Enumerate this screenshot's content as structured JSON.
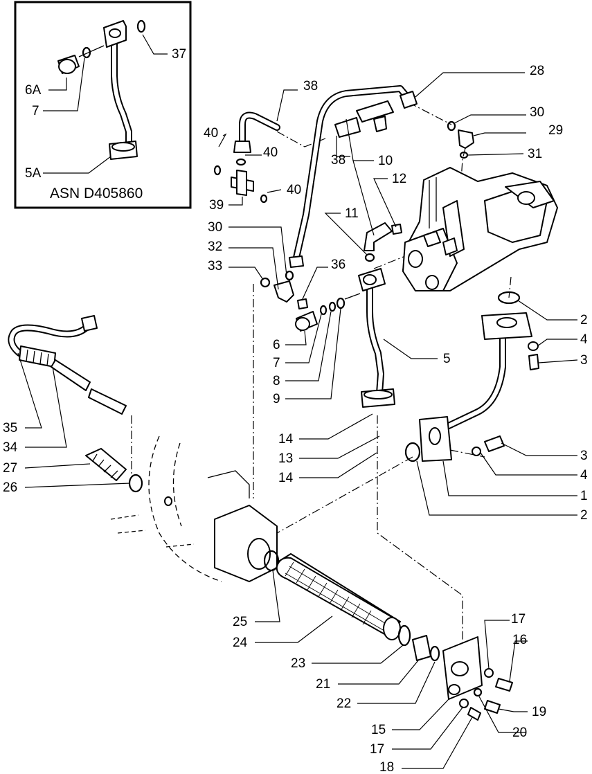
{
  "inset": {
    "caption": "ASN D405860",
    "labels": [
      "37",
      "6A",
      "7",
      "5A"
    ]
  },
  "callouts": [
    "38",
    "28",
    "30",
    "29",
    "31",
    "40",
    "40",
    "40",
    "39",
    "10",
    "12",
    "11",
    "38",
    "30",
    "32",
    "33",
    "36",
    "6",
    "7",
    "8",
    "9",
    "5",
    "2",
    "4",
    "3",
    "14",
    "13",
    "14",
    "3",
    "4",
    "1",
    "2",
    "35",
    "34",
    "27",
    "26",
    "25",
    "24",
    "23",
    "21",
    "22",
    "17",
    "16",
    "19",
    "20",
    "15",
    "17",
    "18"
  ]
}
